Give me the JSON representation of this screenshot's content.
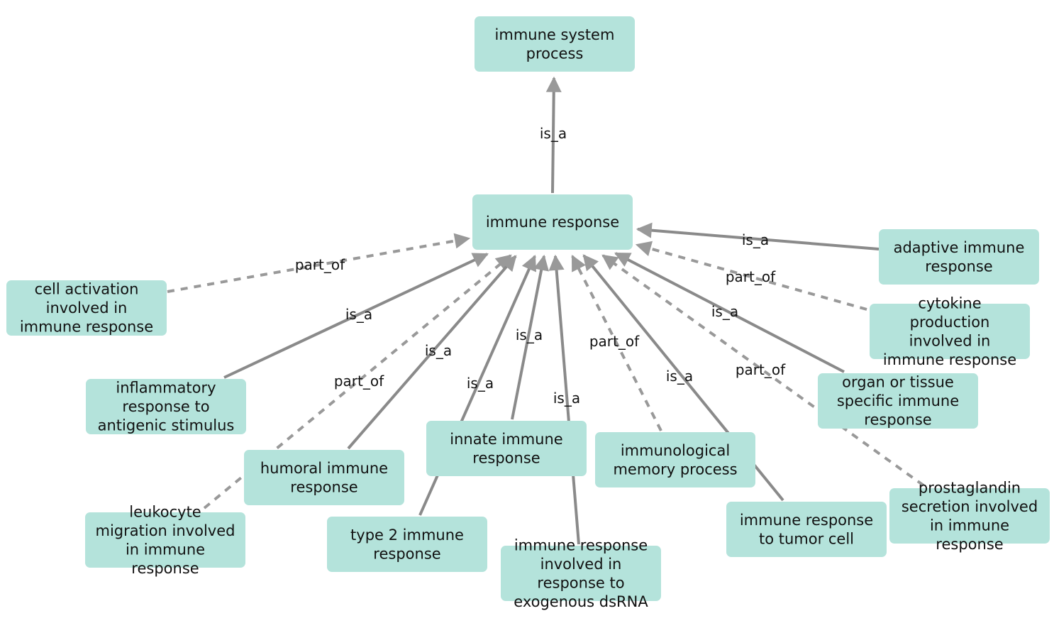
{
  "nodes": [
    {
      "id": "immune_system_process",
      "lines": [
        "immune system",
        "process"
      ]
    },
    {
      "id": "immune_response",
      "lines": [
        "immune response"
      ]
    },
    {
      "id": "adaptive_immune_response",
      "lines": [
        "adaptive immune",
        "response"
      ]
    },
    {
      "id": "cell_activation",
      "lines": [
        "cell activation",
        "involved in",
        "immune response"
      ]
    },
    {
      "id": "cytokine_production",
      "lines": [
        "cytokine",
        "production",
        "involved in",
        "immune response"
      ]
    },
    {
      "id": "inflammatory_response",
      "lines": [
        "inflammatory",
        "response to",
        "antigenic stimulus"
      ]
    },
    {
      "id": "organ_tissue_specific",
      "lines": [
        "organ or tissue",
        "specific immune",
        "response"
      ]
    },
    {
      "id": "humoral_immune_response",
      "lines": [
        "humoral immune",
        "response"
      ]
    },
    {
      "id": "innate_immune_response",
      "lines": [
        "innate immune",
        "response"
      ]
    },
    {
      "id": "immunological_memory",
      "lines": [
        "immunological",
        "memory process"
      ]
    },
    {
      "id": "leukocyte_migration",
      "lines": [
        "leukocyte",
        "migration involved",
        "in immune",
        "response"
      ]
    },
    {
      "id": "type2_immune_response",
      "lines": [
        "type 2 immune",
        "response"
      ]
    },
    {
      "id": "dsrna_response",
      "lines": [
        "immune response",
        "involved in",
        "response to",
        "exogenous dsRNA"
      ]
    },
    {
      "id": "tumor_cell_response",
      "lines": [
        "immune response",
        "to tumor cell"
      ]
    },
    {
      "id": "prostaglandin_secretion",
      "lines": [
        "prostaglandin",
        "secretion involved",
        "in immune",
        "response"
      ]
    }
  ],
  "edges": [
    {
      "source": "immune_response",
      "target": "immune_system_process",
      "type": "is_a"
    },
    {
      "source": "adaptive_immune_response",
      "target": "immune_response",
      "type": "is_a"
    },
    {
      "source": "cell_activation",
      "target": "immune_response",
      "type": "part_of"
    },
    {
      "source": "cytokine_production",
      "target": "immune_response",
      "type": "part_of"
    },
    {
      "source": "inflammatory_response",
      "target": "immune_response",
      "type": "is_a"
    },
    {
      "source": "organ_tissue_specific",
      "target": "immune_response",
      "type": "is_a"
    },
    {
      "source": "leukocyte_migration",
      "target": "immune_response",
      "type": "part_of"
    },
    {
      "source": "humoral_immune_response",
      "target": "immune_response",
      "type": "is_a"
    },
    {
      "source": "type2_immune_response",
      "target": "immune_response",
      "type": "is_a"
    },
    {
      "source": "innate_immune_response",
      "target": "immune_response",
      "type": "is_a"
    },
    {
      "source": "dsrna_response",
      "target": "immune_response",
      "type": "is_a"
    },
    {
      "source": "immunological_memory",
      "target": "immune_response",
      "type": "part_of"
    },
    {
      "source": "tumor_cell_response",
      "target": "immune_response",
      "type": "is_a"
    },
    {
      "source": "prostaglandin_secretion",
      "target": "immune_response",
      "type": "part_of"
    }
  ],
  "style": {
    "node_fill": "#b4e3db",
    "edge_color": "#8a8a8a"
  }
}
